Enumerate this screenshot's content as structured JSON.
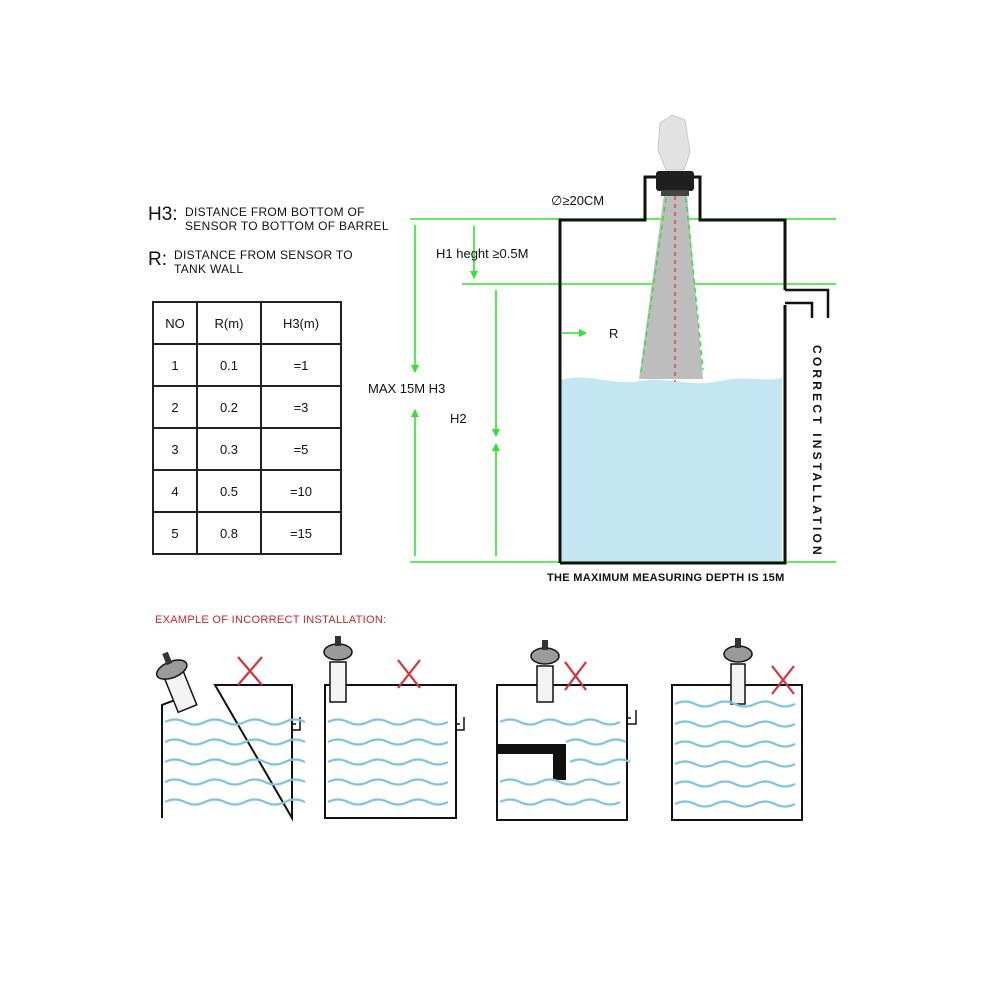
{
  "legend": [
    {
      "key": "H3:",
      "text": "DISTANCE FROM BOTTOM OF SENSOR TO BOTTOM OF BARREL"
    },
    {
      "key": "R:",
      "text": "DISTANCE FROM SENSOR TO TANK WALL"
    }
  ],
  "table": {
    "headers": [
      "NO",
      "R(m)",
      "H3(m)"
    ],
    "rows": [
      [
        "1",
        "0.1",
        "=1"
      ],
      [
        "2",
        "0.2",
        "=3"
      ],
      [
        "3",
        "0.3",
        "=5"
      ],
      [
        "4",
        "0.5",
        "=10"
      ],
      [
        "5",
        "0.8",
        "=15"
      ]
    ]
  },
  "diagram": {
    "diameter_label": "∅≥20CM",
    "h1_label": "H1 heght ≥0.5M",
    "max_label": "MAX 15M H3",
    "h2_label": "H2",
    "r_label": "R",
    "correct_label": "CORRECT INSTALLATION",
    "depth_caption": "THE MAXIMUM MEASURING DEPTH IS 15M",
    "incorrect_title": "EXAMPLE OF INCORRECT INSTALLATION:"
  },
  "colors": {
    "guide_green": "#2ee62e",
    "water": "#c4e6f2",
    "wave": "#7fc4e0",
    "cross": "#d9303a",
    "beam": "#bdbdbd"
  }
}
